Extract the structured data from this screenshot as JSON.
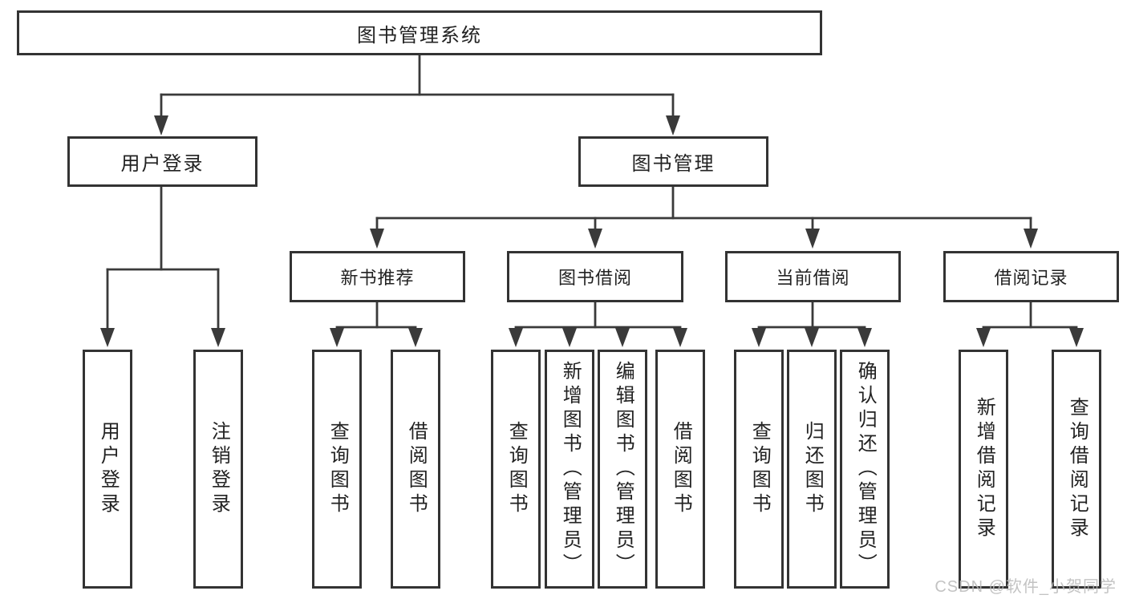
{
  "tree": {
    "root": {
      "label": "图书管理系统"
    },
    "branches": [
      {
        "label": "用户登录",
        "children": [
          {
            "label": "用户登录"
          },
          {
            "label": "注销登录"
          }
        ]
      },
      {
        "label": "图书管理",
        "children": [
          {
            "label": "新书推荐",
            "children": [
              {
                "label": "查询图书"
              },
              {
                "label": "借阅图书"
              }
            ]
          },
          {
            "label": "图书借阅",
            "children": [
              {
                "label": "查询图书"
              },
              {
                "label": "新增图书（管理员）"
              },
              {
                "label": "编辑图书（管理员）"
              },
              {
                "label": "借阅图书"
              }
            ]
          },
          {
            "label": "当前借阅",
            "children": [
              {
                "label": "查询图书"
              },
              {
                "label": "归还图书"
              },
              {
                "label": "确认归还（管理员）"
              }
            ]
          },
          {
            "label": "借阅记录",
            "children": [
              {
                "label": "新增借阅记录"
              },
              {
                "label": "查询借阅记录"
              }
            ]
          }
        ]
      }
    ]
  },
  "watermark": {
    "text": "CSDN @软件_小贺同学"
  },
  "colors": {
    "line": "#3a3a3a",
    "box_border": "#333333",
    "text": "#222222",
    "watermark": "#b9b9b9",
    "background": "#ffffff"
  }
}
